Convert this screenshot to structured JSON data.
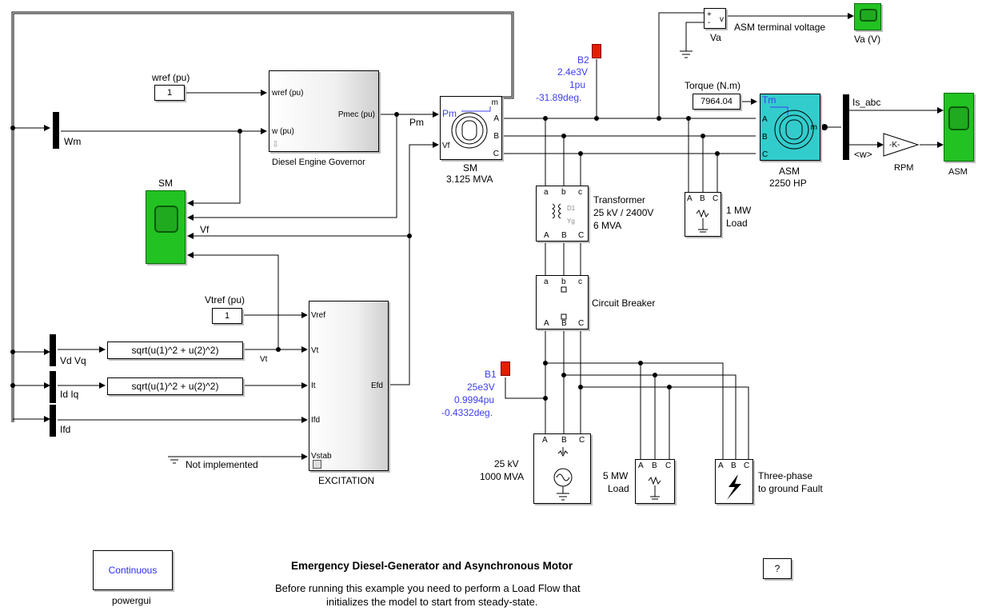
{
  "model_title": "Emergency Diesel-Generator and Asynchronous Motor",
  "model_note_line1": "Before running this example you need to perform a Load Flow that",
  "model_note_line2": "initializes the model to start from steady-state.",
  "help_button": "?",
  "powergui": {
    "label": "powergui",
    "mode": "Continuous"
  },
  "wref": {
    "title": "wref (pu)",
    "value": "1"
  },
  "vtref": {
    "title": "Vtref (pu)",
    "value": "1"
  },
  "governor": {
    "name": "Diesel Engine Governor",
    "in1": "wref (pu)",
    "in2": "w (pu)",
    "out": "Pmec (pu)"
  },
  "signals": {
    "pm": "Pm",
    "vf": "Vf",
    "vt": "Vt",
    "wm": "Wm",
    "vdvq": "Vd Vq",
    "idiq": "Id Iq",
    "ifd": "Ifd",
    "is_abc": "Is_abc",
    "w": "<w>"
  },
  "sm_scope": "SM",
  "excitation": {
    "name": "EXCITATION",
    "type": "AC1A",
    "in1": "Vref",
    "in2": "Vt",
    "in3": "It",
    "in4": "Ifd",
    "in5": "Vstab",
    "out": "Efd"
  },
  "not_implemented": "Not implemented",
  "fcn1": "sqrt(u(1)^2 + u(2)^2)",
  "fcn2": "sqrt(u(1)^2 + u(2)^2)",
  "sm": {
    "name": "SM",
    "rating": "3.125 MVA",
    "pm": "Pm",
    "vf": "Vf",
    "m": "m",
    "a": "A",
    "b": "B",
    "c": "C"
  },
  "b2": {
    "name": "B2",
    "v": "2.4e3V",
    "pu": "1pu",
    "deg": "-31.89deg."
  },
  "b1": {
    "name": "B1",
    "v": "25e3V",
    "pu": "0.9994pu",
    "deg": "-0.4332deg."
  },
  "transformer": {
    "name": "Transformer",
    "rating1": "25 kV / 2400V",
    "rating2": "6 MVA"
  },
  "breaker": {
    "name": "Circuit Breaker"
  },
  "source": {
    "line1": "25 kV",
    "line2": "1000 MVA"
  },
  "load1": {
    "line1": "1 MW",
    "line2": "Load"
  },
  "load5": {
    "line1": "5 MW",
    "line2": "Load"
  },
  "fault": {
    "line1": "Three-phase",
    "line2": "to ground Fault"
  },
  "va": {
    "label": "Va",
    "scope": "Va (V)",
    "term": "ASM terminal voltage"
  },
  "torque": {
    "title": "Torque (N.m)",
    "value": "7964.04"
  },
  "asm": {
    "name": "ASM",
    "rating": "2250 HP",
    "tm": "Tm",
    "m": "m"
  },
  "gain": {
    "value": "-K-",
    "label": "RPM"
  },
  "asm_scope": "ASM",
  "colors": {
    "scope": "#22c222",
    "asm_block": "#33cccc",
    "blue_text": "#3d3df5",
    "mux_bar": "#000000"
  }
}
